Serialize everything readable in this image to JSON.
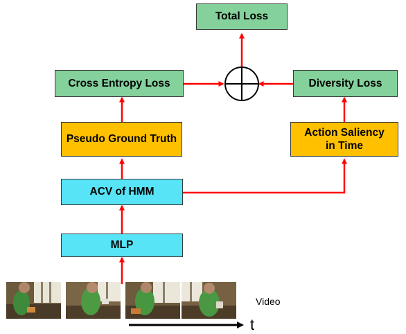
{
  "nodes": {
    "total_loss": "Total Loss",
    "cross_entropy_loss": "Cross Entropy Loss",
    "diversity_loss": "Diversity Loss",
    "pseudo_ground_truth": "Pseudo Ground Truth",
    "action_saliency": "Action Saliency in Time",
    "acv_hmm": "ACV of HMM",
    "mlp": "MLP"
  },
  "video_label": "Video",
  "time_axis_label": "t",
  "colors": {
    "loss_box": "#84d19c",
    "intermediate_box": "#ffc000",
    "model_box": "#56e4f6",
    "arrow": "#ff0000"
  },
  "icons": {
    "sum_operator": "circle-plus-icon"
  },
  "frames_count": 4
}
